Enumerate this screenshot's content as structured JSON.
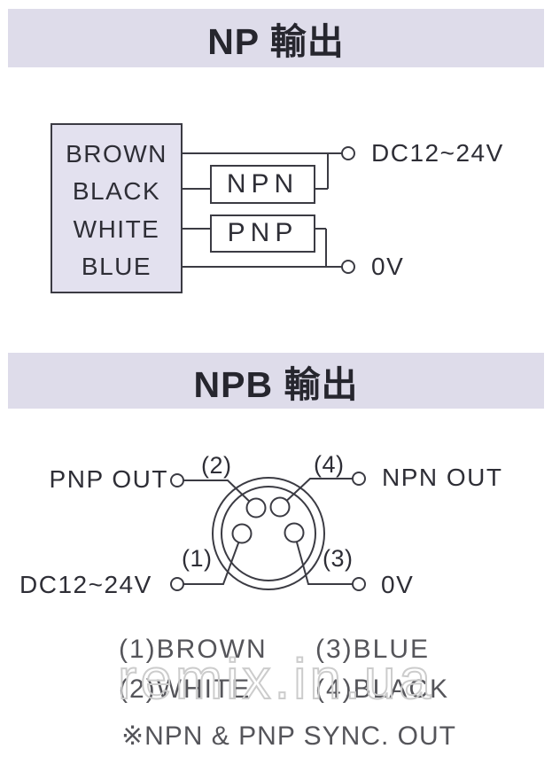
{
  "colors": {
    "header_bg": "#dedcea",
    "box_fill": "#e3e1ef",
    "line": "#3b3b43",
    "text_dark": "#2e2e36",
    "text_gray": "#55555a",
    "watermark": "#cccccc"
  },
  "np_section": {
    "title": "NP 輸出",
    "wires": [
      "BROWN",
      "BLACK",
      "WHITE",
      "BLUE"
    ],
    "transistors": [
      "NPN",
      "PNP"
    ],
    "power_label": "DC12~24V",
    "ground_label": "0V"
  },
  "npb_section": {
    "title": "NPB 輸出",
    "labels": {
      "pnp_out": "PNP OUT",
      "npn_out": "NPN OUT",
      "power": "DC12~24V",
      "ground": "0V"
    },
    "pins": {
      "p1": "(1)",
      "p2": "(2)",
      "p3": "(3)",
      "p4": "(4)"
    },
    "legend": {
      "item1": "(1)BROWN",
      "item2": "(2)WHITE",
      "item3": "(3)BLUE",
      "item4": "(4)BLACK"
    },
    "note": "※NPN & PNP SYNC. OUT"
  },
  "watermark": "remix.in.ua"
}
